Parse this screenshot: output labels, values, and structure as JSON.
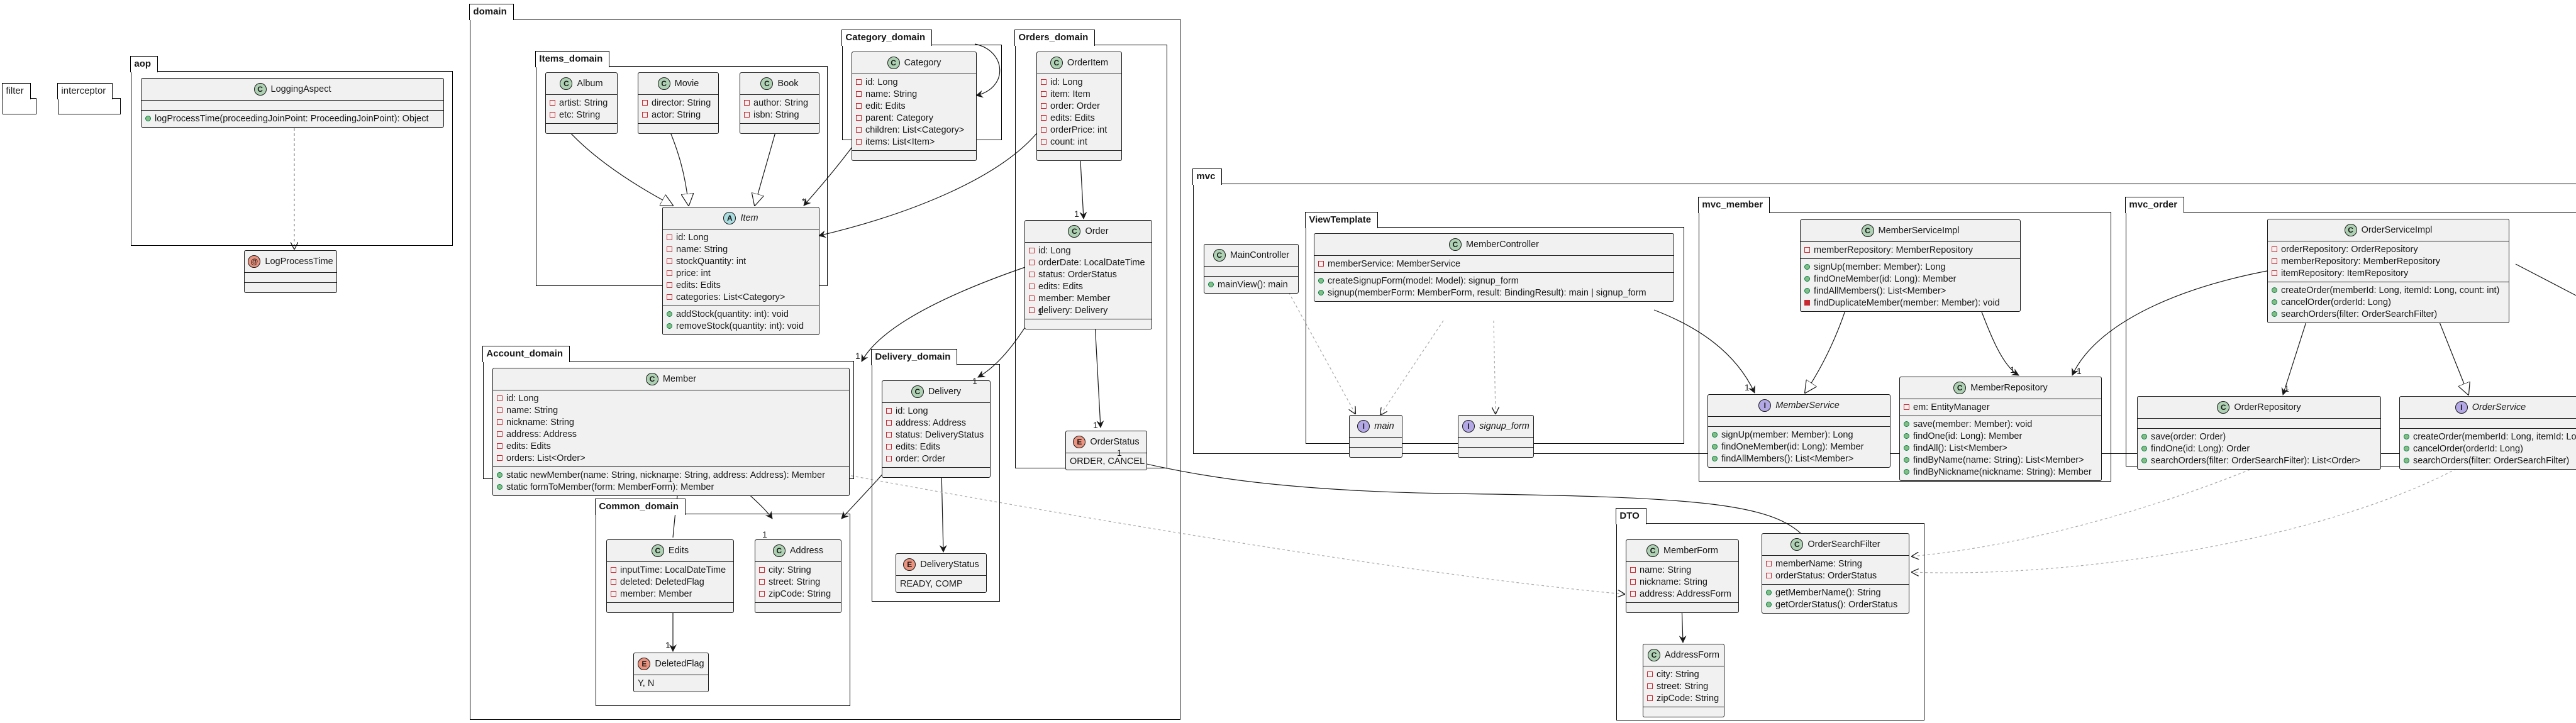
{
  "packages": {
    "filter": "filter",
    "interceptor": "interceptor",
    "aop": "aop",
    "domain": "domain",
    "items_domain": "Items_domain",
    "category_domain": "Category_domain",
    "orders_domain": "Orders_domain",
    "account_domain": "Account_domain",
    "delivery_domain": "Delivery_domain",
    "common_domain": "Common_domain",
    "mvc": "mvc",
    "view_template": "ViewTemplate",
    "mvc_member": "mvc_member",
    "mvc_order": "mvc_order",
    "dto": "DTO"
  },
  "classes": {
    "logging_aspect": {
      "name": "LoggingAspect",
      "badge": "C",
      "fields": [],
      "methods": [
        "logProcessTime(proceedingJoinPoint: ProceedingJoinPoint): Object"
      ]
    },
    "log_process_time": {
      "name": "LogProcessTime",
      "badge": "@",
      "fields": [],
      "methods": []
    },
    "album": {
      "name": "Album",
      "badge": "C",
      "fields": [
        "artist: String",
        "etc: String"
      ],
      "methods": []
    },
    "movie": {
      "name": "Movie",
      "badge": "C",
      "fields": [
        "director: String",
        "actor: String"
      ],
      "methods": []
    },
    "book": {
      "name": "Book",
      "badge": "C",
      "fields": [
        "author: String",
        "isbn: String"
      ],
      "methods": []
    },
    "item": {
      "name": "Item",
      "badge": "A",
      "fields": [
        "id: Long",
        "name: String",
        "stockQuantity: int",
        "price: int",
        "edits: Edits",
        "categories: List<Category>"
      ],
      "methods": [
        "addStock(quantity: int): void",
        "removeStock(quantity: int): void"
      ]
    },
    "category": {
      "name": "Category",
      "badge": "C",
      "fields": [
        "id: Long",
        "name: String",
        "edit: Edits",
        "parent: Category",
        "children: List<Category>",
        "items: List<Item>"
      ],
      "methods": []
    },
    "order_item": {
      "name": "OrderItem",
      "badge": "C",
      "fields": [
        "id: Long",
        "item: Item",
        "order: Order",
        "edits: Edits",
        "orderPrice: int",
        "count: int"
      ],
      "methods": []
    },
    "order": {
      "name": "Order",
      "badge": "C",
      "fields": [
        "id: Long",
        "orderDate: LocalDateTime",
        "status: OrderStatus",
        "edits: Edits",
        "member: Member",
        "delivery: Delivery"
      ],
      "methods": []
    },
    "order_status": {
      "name": "OrderStatus",
      "badge": "E",
      "literals": "ORDER, CANCEL"
    },
    "member": {
      "name": "Member",
      "badge": "C",
      "fields": [
        "id: Long",
        "name: String",
        "nickname: String",
        "address: Address",
        "edits: Edits",
        "orders: List<Order>"
      ],
      "methods": [
        "static newMember(name: String, nickname: String, address: Address): Member",
        "static formToMember(form: MemberForm): Member"
      ]
    },
    "delivery": {
      "name": "Delivery",
      "badge": "C",
      "fields": [
        "id: Long",
        "address: Address",
        "status: DeliveryStatus",
        "edits: Edits",
        "order: Order"
      ],
      "methods": []
    },
    "delivery_status": {
      "name": "DeliveryStatus",
      "badge": "E",
      "literals": "READY, COMP"
    },
    "edits": {
      "name": "Edits",
      "badge": "C",
      "fields": [
        "inputTime: LocalDateTime",
        "deleted: DeletedFlag",
        "member: Member"
      ],
      "methods": []
    },
    "address": {
      "name": "Address",
      "badge": "C",
      "fields": [
        "city: String",
        "street: String",
        "zipCode: String"
      ],
      "methods": []
    },
    "deleted_flag": {
      "name": "DeletedFlag",
      "badge": "E",
      "literals": "Y, N"
    },
    "main_controller": {
      "name": "MainController",
      "badge": "C",
      "fields": [],
      "methods": [
        "mainView(): main"
      ]
    },
    "member_controller": {
      "name": "MemberController",
      "badge": "C",
      "fields": [
        "memberService: MemberService"
      ],
      "methods": [
        "createSignupForm(model: Model): signup_form",
        "signup(memberForm: MemberForm, result: BindingResult): main | signup_form"
      ]
    },
    "main_iface": {
      "name": "main",
      "badge": "I",
      "fields": [],
      "methods": []
    },
    "signup_form_iface": {
      "name": "signup_form",
      "badge": "I",
      "fields": [],
      "methods": []
    },
    "member_service_impl": {
      "name": "MemberServiceImpl",
      "badge": "C",
      "fields": [
        "memberRepository: MemberRepository"
      ],
      "methods": [
        "signUp(member: Member): Long",
        "findOneMember(id: Long): Member",
        "findAllMembers(): List<Member>",
        "findDuplicateMember(member: Member): void"
      ]
    },
    "member_service": {
      "name": "MemberService",
      "badge": "I",
      "fields": [],
      "methods": [
        "signUp(member: Member): Long",
        "findOneMember(id: Long): Member",
        "findAllMembers(): List<Member>"
      ]
    },
    "member_repository": {
      "name": "MemberRepository",
      "badge": "C",
      "fields": [
        "em: EntityManager"
      ],
      "methods": [
        "save(member: Member): void",
        "findOne(id: Long): Member",
        "findAll(): List<Member>",
        "findByName(name: String): List<Member>",
        "findByNickname(nickname: String): Member"
      ]
    },
    "order_service_impl": {
      "name": "OrderServiceImpl",
      "badge": "C",
      "fields": [
        "orderRepository: OrderRepository",
        "memberRepository: MemberRepository",
        "itemRepository: ItemRepository"
      ],
      "methods": [
        "createOrder(memberId: Long, itemId: Long, count: int)",
        "cancelOrder(orderId: Long)",
        "searchOrders(filter: OrderSearchFilter)"
      ]
    },
    "order_repository": {
      "name": "OrderRepository",
      "badge": "C",
      "fields": [],
      "methods": [
        "save(order: Order)",
        "findOne(id: Long): Order",
        "searchOrders(filter: OrderSearchFilter): List<Order>"
      ]
    },
    "order_service": {
      "name": "OrderService",
      "badge": "I",
      "fields": [],
      "methods": [
        "createOrder(memberId: Long, itemId: Long",
        "cancelOrder(orderId: Long)",
        "searchOrders(filter: OrderSearchFilter)"
      ]
    },
    "member_form": {
      "name": "MemberForm",
      "badge": "C",
      "fields": [
        "name: String",
        "nickname: String",
        "address: AddressForm"
      ],
      "methods": []
    },
    "order_search_filter": {
      "name": "OrderSearchFilter",
      "badge": "C",
      "fields": [
        "memberName: String",
        "orderStatus: OrderStatus"
      ],
      "methods": [
        "getMemberName(): String",
        "getOrderStatus(): OrderStatus"
      ]
    },
    "address_form": {
      "name": "AddressForm",
      "badge": "C",
      "fields": [
        "city: String",
        "street: String",
        "zipCode: String"
      ],
      "methods": []
    }
  },
  "multiplicities": {
    "item_categories": "*",
    "order_member": "1",
    "order_delivery": "1",
    "delivery_order": "1",
    "order_status": "1",
    "edits_flag": "1",
    "member_address": "1",
    "edits_member": "1",
    "msi_repo": "1",
    "mc_service": "1",
    "osi_order_repo": "1",
    "osi_member_repo": "1",
    "order_order_item": "1",
    "ofs_status": "1"
  }
}
